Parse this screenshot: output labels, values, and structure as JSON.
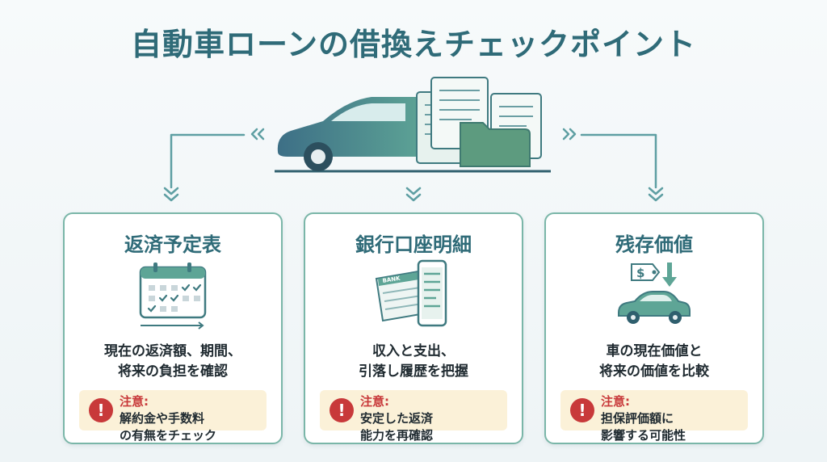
{
  "title": "自動車ローンの借換えチェックポイント",
  "colors": {
    "accent": "#2f6b78",
    "card_border": "#7ab6a8",
    "warning": "#c8393a",
    "note_bg": "#fbf1d8"
  },
  "cards": [
    {
      "title": "返済予定表",
      "icon": "calendar-check-icon",
      "desc": [
        "現在の返済額、期間、",
        "将来の負担を確認"
      ],
      "note": {
        "label": "注意:",
        "line1": "解約金や手数料",
        "line2": "の有無をチェック"
      }
    },
    {
      "title": "銀行口座明細",
      "icon": "bank-statement-phone-icon",
      "icon_text": "BANK",
      "desc": [
        "収入と支出、",
        "引落し履歴を把握"
      ],
      "note": {
        "label": "注意:",
        "line1": "安定した返済",
        "line2": "能力を再確認"
      }
    },
    {
      "title": "残存価値",
      "icon": "car-value-down-icon",
      "icon_text": "$",
      "desc": [
        "車の現在価値と",
        "将来の価値を比較"
      ],
      "note": {
        "label": "注意:",
        "line1": "担保評価額に",
        "line2": "影響する可能性"
      }
    }
  ],
  "note_icon": "!"
}
